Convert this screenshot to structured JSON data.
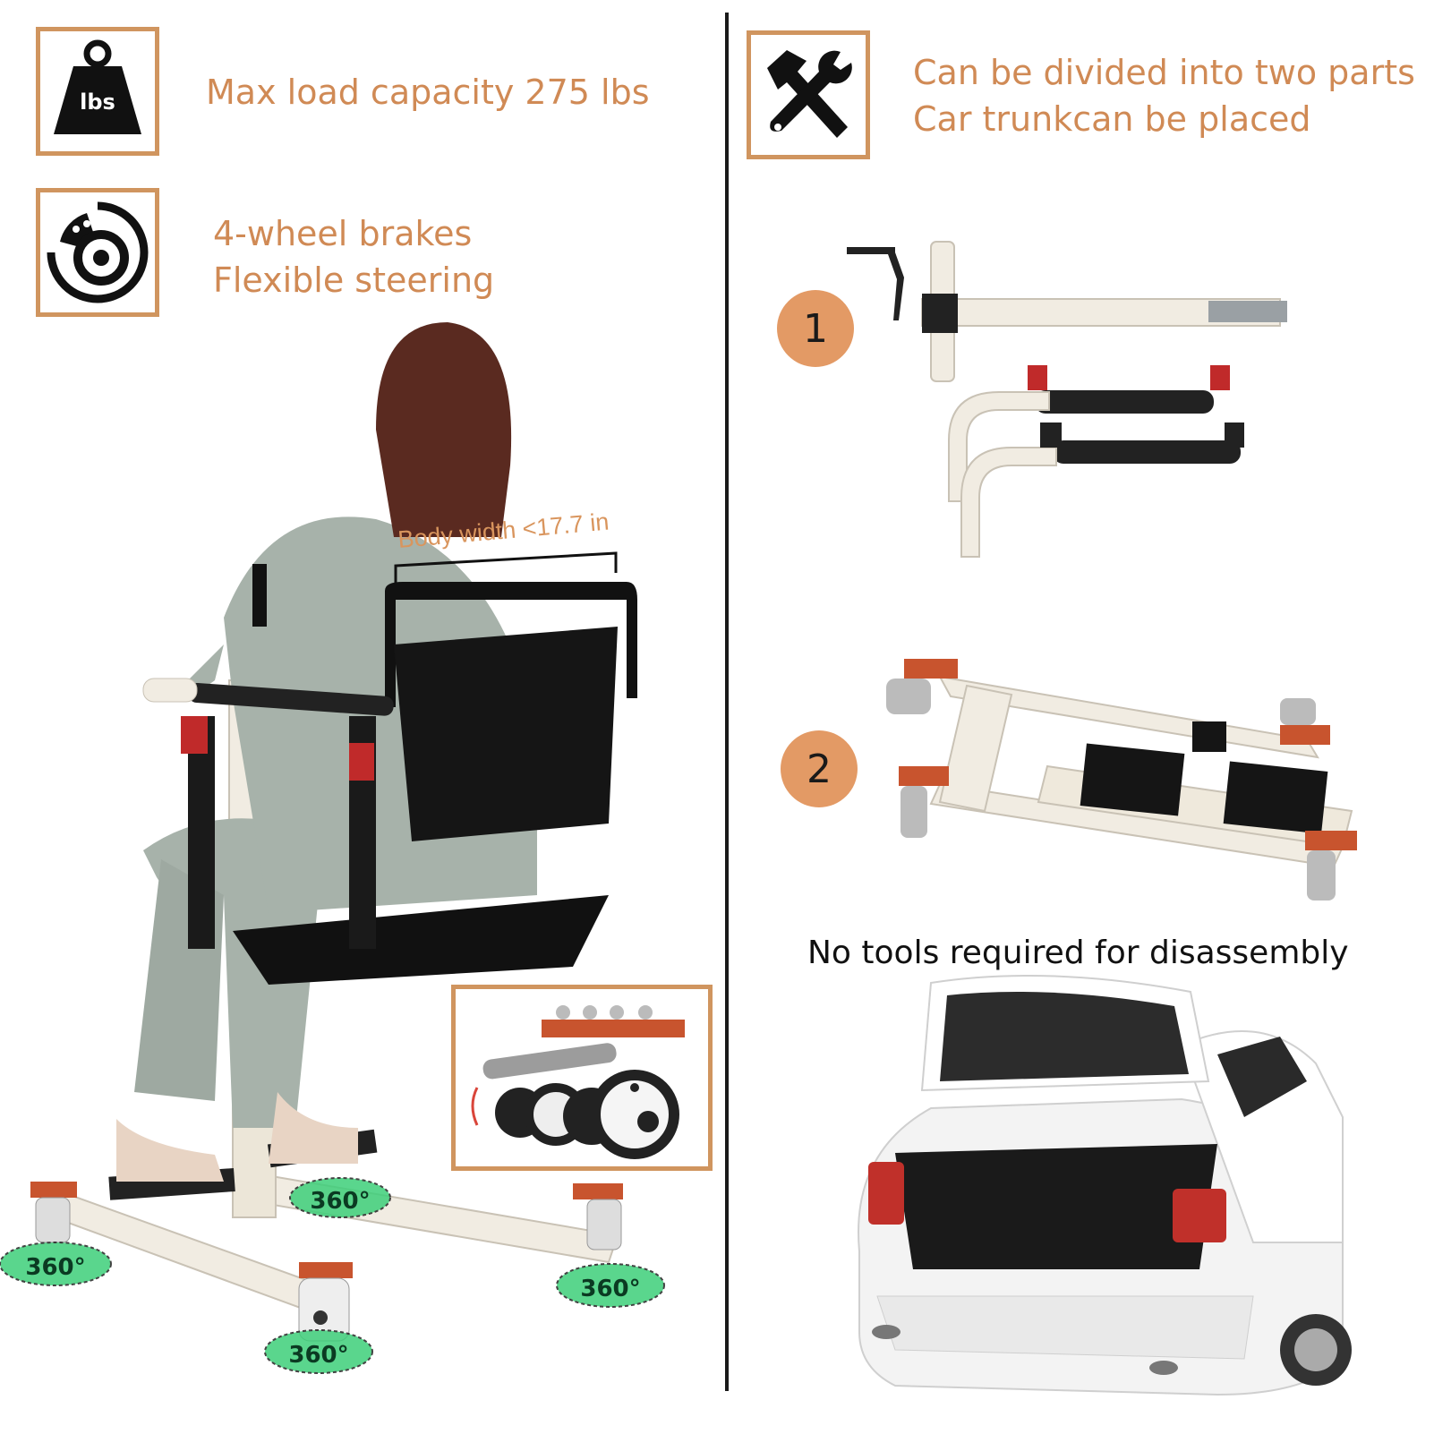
{
  "features": {
    "load": {
      "icon": "weight-lbs-icon",
      "icon_text": "lbs",
      "text": "Max load capacity 275 lbs"
    },
    "brakes": {
      "icon": "brake-disc-icon",
      "line1": "4-wheel brakes",
      "line2": "Flexible steering"
    },
    "divide": {
      "icon": "hammer-wrench-icon",
      "line1": "Can be divided into two parts",
      "line2": "Car trunkcan be placed"
    }
  },
  "measurement": {
    "text": "Body width  <17.7 in"
  },
  "steps": [
    {
      "number": "1"
    },
    {
      "number": "2"
    }
  ],
  "rotation_label": "360°",
  "caption": "No tools required for disassembly",
  "colors": {
    "accent": "#d0955f",
    "badge": "#e39a65",
    "frame": "#f1ece2",
    "cap_red": "#c8542e",
    "rotation_green": "#3ecf7a",
    "text_dark": "#111111"
  }
}
